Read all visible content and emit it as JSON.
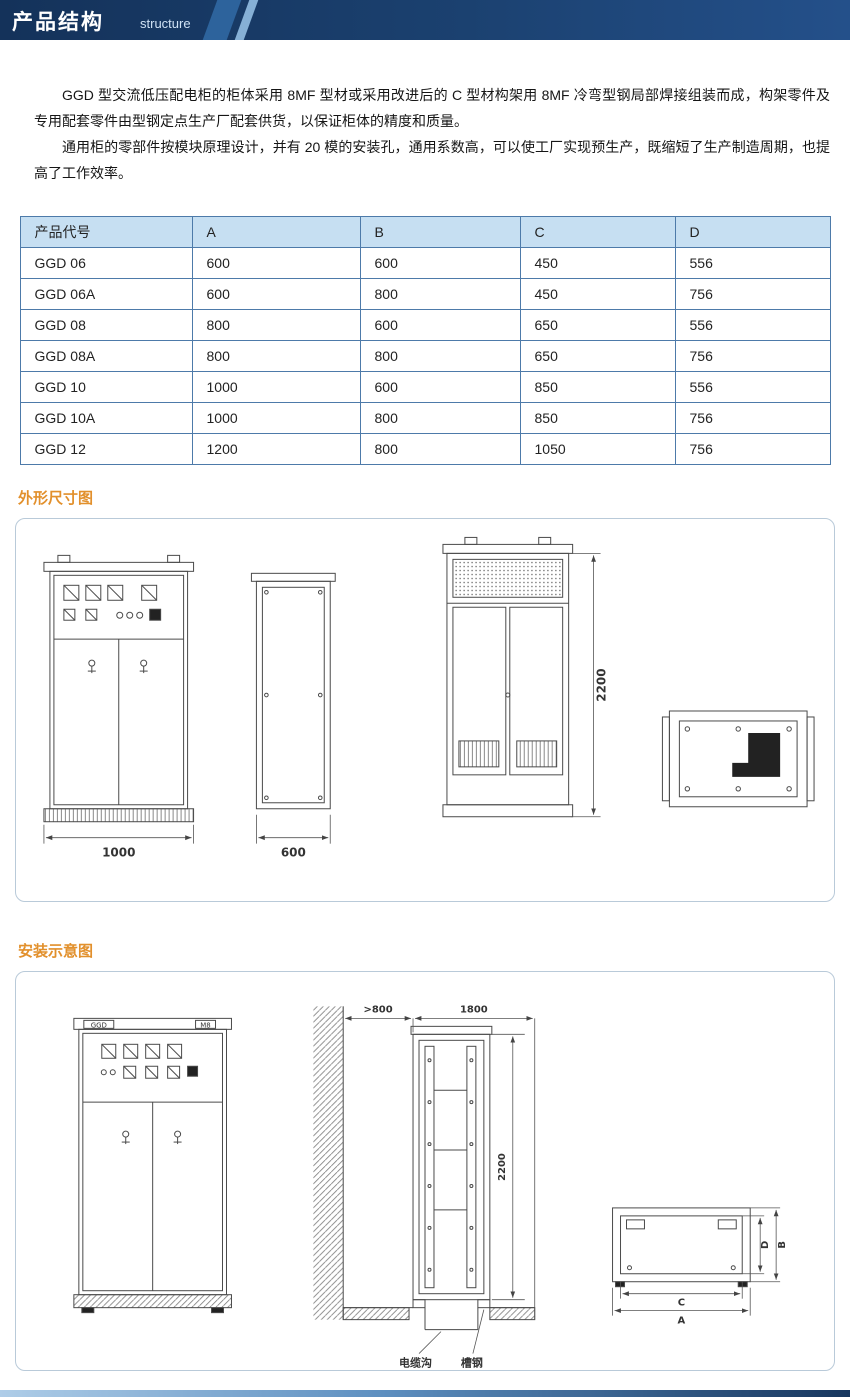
{
  "header": {
    "title": "产品结构",
    "subtitle": "structure"
  },
  "intro": {
    "p1": "GGD 型交流低压配电柜的柜体采用 8MF 型材或采用改进后的 C 型材构架用 8MF 冷弯型钢局部焊接组装而成，构架零件及专用配套零件由型钢定点生产厂配套供货，以保证柜体的精度和质量。",
    "p2": "通用柜的零部件按模块原理设计，并有 20 模的安装孔，通用系数高，可以使工厂实现预生产，既缩短了生产制造周期，也提高了工作效率。"
  },
  "table": {
    "headers": [
      "产品代号",
      "A",
      "B",
      "C",
      "D"
    ],
    "rows": [
      [
        "GGD  06",
        "600",
        "600",
        "450",
        "556"
      ],
      [
        "GGD  06A",
        "600",
        "800",
        "450",
        "756"
      ],
      [
        "GGD  08",
        "800",
        "600",
        "650",
        "556"
      ],
      [
        "GGD  08A",
        "800",
        "800",
        "650",
        "756"
      ],
      [
        "GGD  10",
        "1000",
        "600",
        "850",
        "556"
      ],
      [
        "GGD  10A",
        "1000",
        "800",
        "850",
        "756"
      ],
      [
        "GGD  12",
        "1200",
        "800",
        "1050",
        "756"
      ]
    ]
  },
  "outline_section": {
    "title": "外形尺寸图",
    "dims": {
      "front_width": "1000",
      "side_width": "600",
      "height": "2200"
    }
  },
  "install_section": {
    "title": "安装示意图",
    "labels": {
      "cabinet": "GGD",
      "bolt": "M8",
      "wall_clearance": ">800",
      "depth": "1800",
      "height": "2200",
      "cable_trench": "电缆沟",
      "channel_steel": "槽钢",
      "dim_a": "A",
      "dim_b": "B",
      "dim_c": "C",
      "dim_d": "D"
    }
  },
  "colors": {
    "header_navy": "#16365e",
    "accent_blue": "#2d639c",
    "table_border": "#4d7aa9",
    "table_header_bg": "#c6dff2",
    "section_orange": "#e2902c",
    "box_border": "#b9cad9"
  }
}
